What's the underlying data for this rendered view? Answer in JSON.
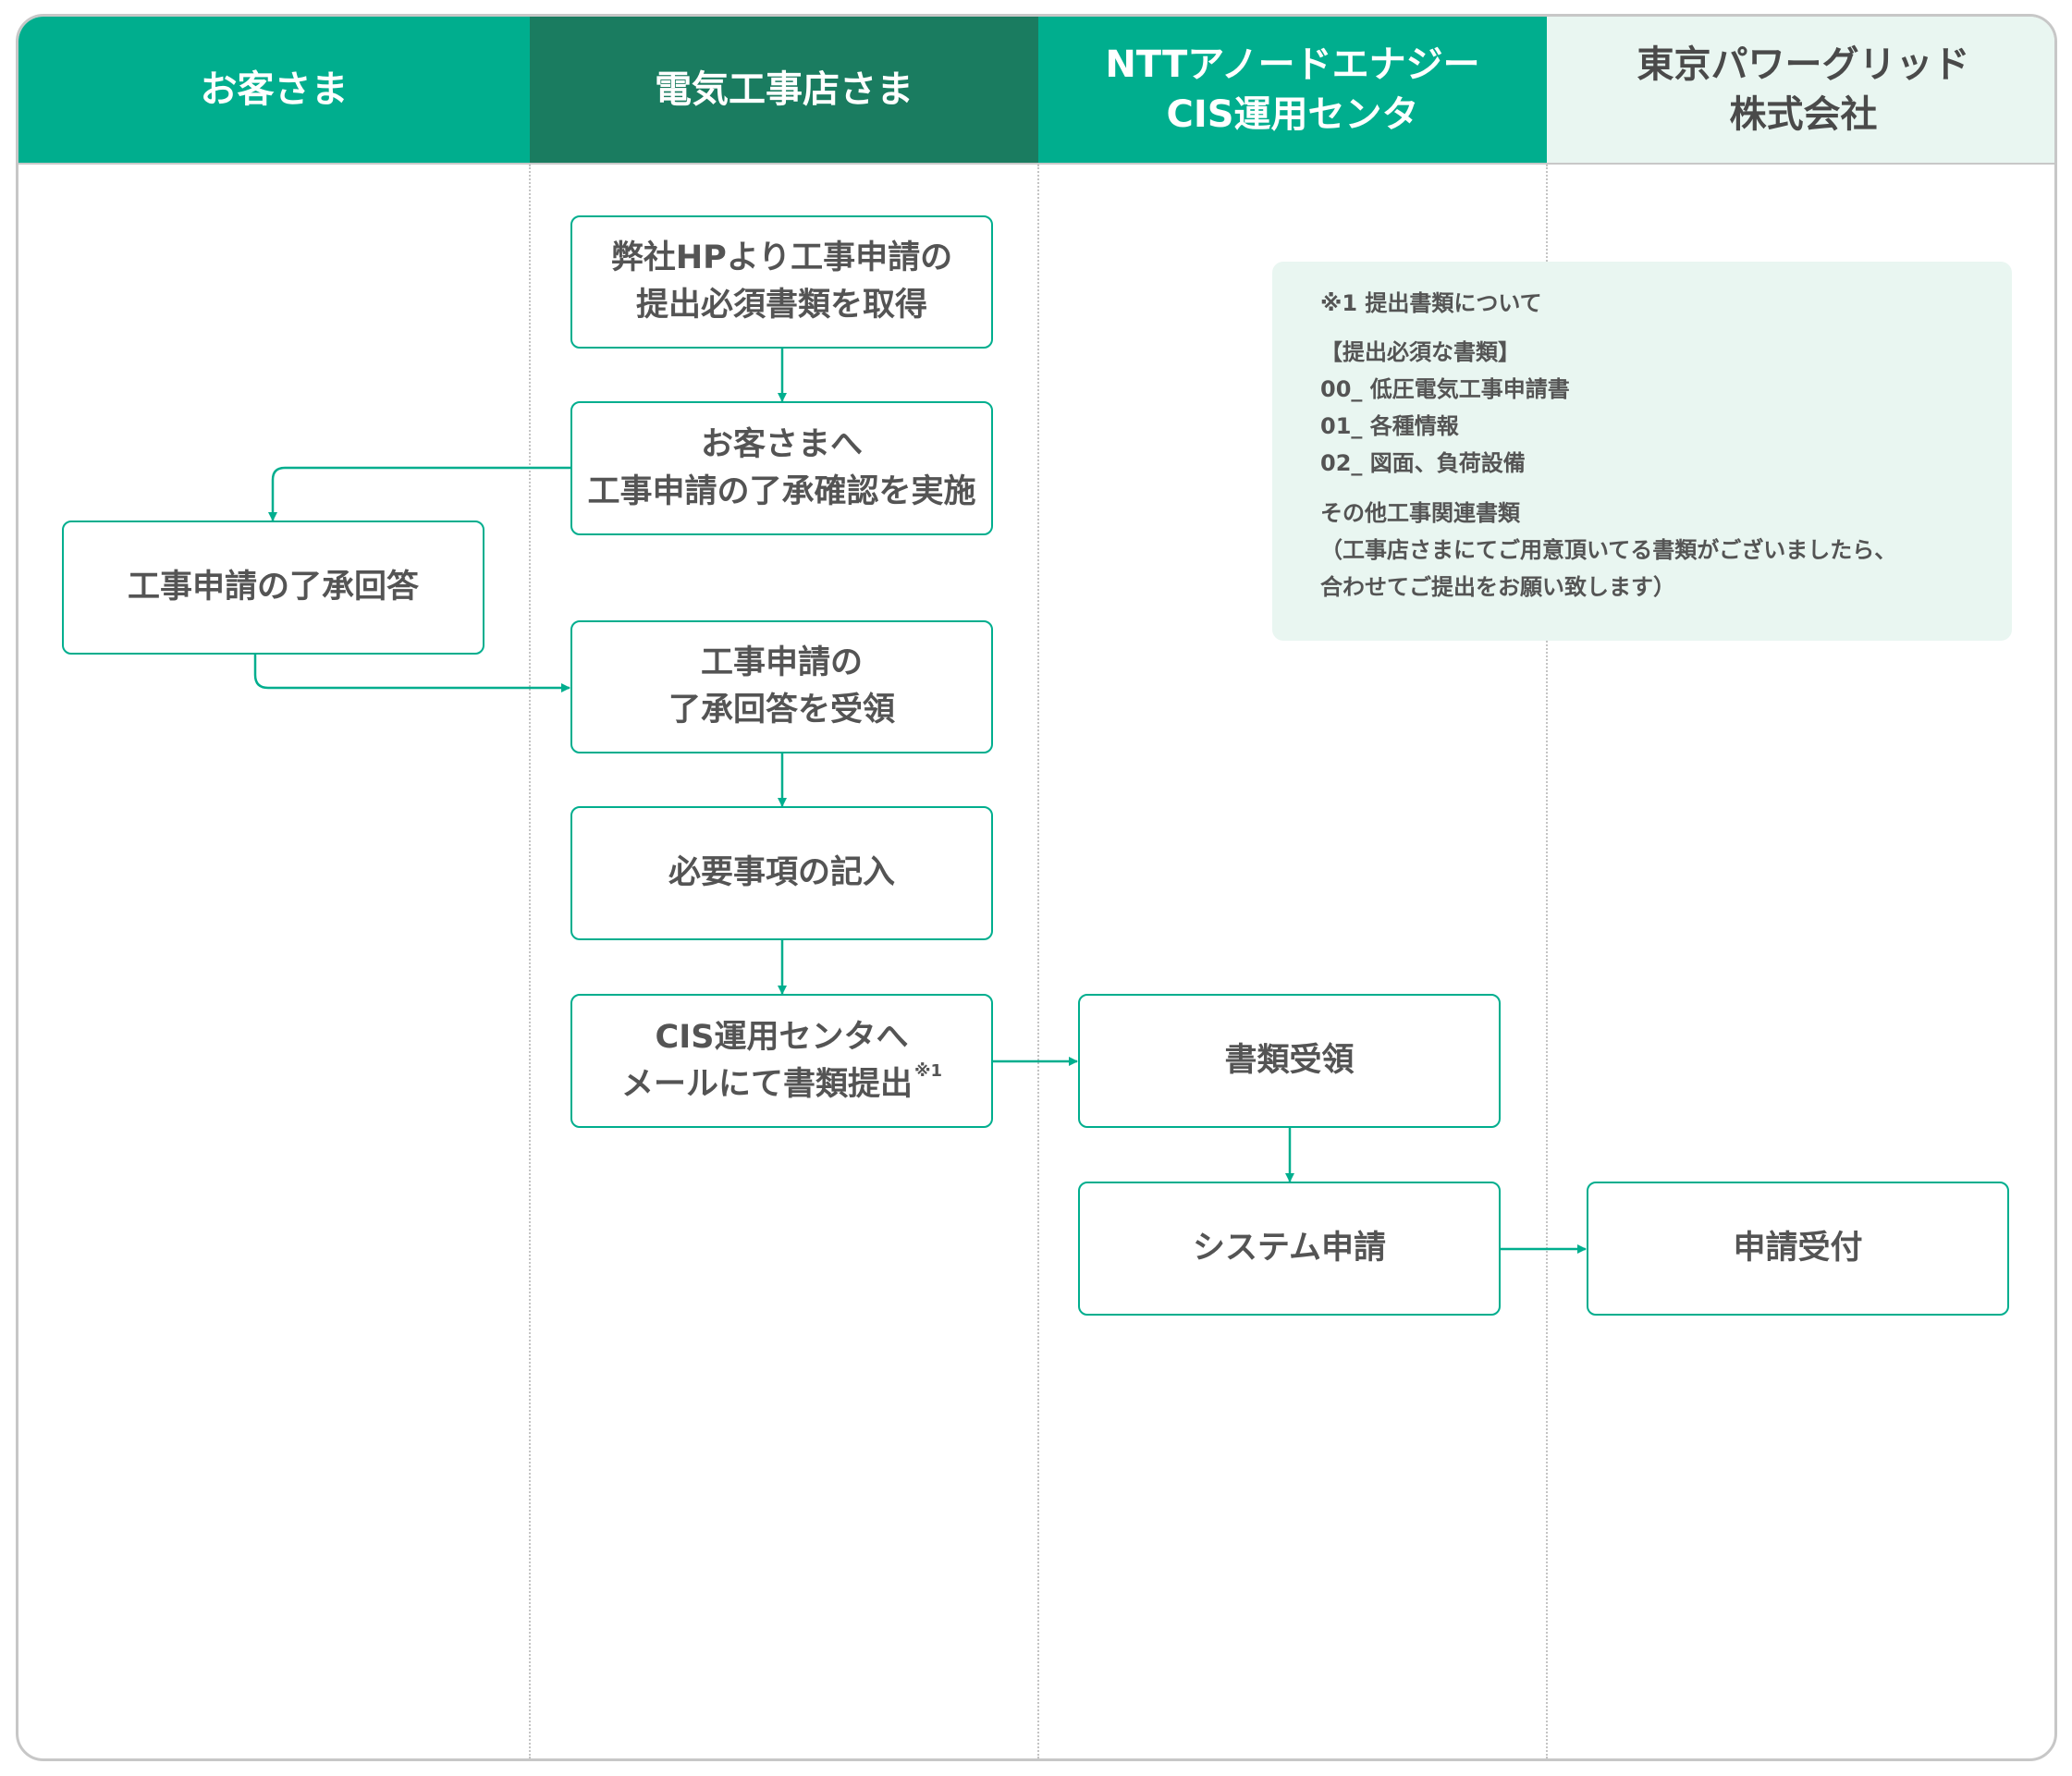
{
  "lanes": [
    {
      "id": "customer",
      "label": "お客さま"
    },
    {
      "id": "contractor",
      "label": "電気工事店さま"
    },
    {
      "id": "ntt",
      "label": "NTTアノードエナジー\nCIS運用センタ"
    },
    {
      "id": "tepco",
      "label": "東京パワーグリッド\n株式会社"
    }
  ],
  "steps": {
    "obtain_docs": "弊社HPより工事申請の\n提出必須書類を取得",
    "confirm_request": "お客さまへ\n工事申請の了承確認を実施",
    "approve_reply": "工事申請の了承回答",
    "receive_approval": "工事申請の\n了承回答を受領",
    "fill_items": "必要事項の記入",
    "submit_email": "CIS運用センタへ\nメールにて書類提出",
    "submit_email_mark": "※1",
    "receive_docs": "書類受領",
    "system_apply": "システム申請",
    "accept_apply": "申請受付"
  },
  "note": {
    "title": "※1 提出書類について",
    "required_heading": "【提出必須な書類】",
    "required_items": [
      "00_ 低圧電気工事申請書",
      "01_ 各種情報",
      "02_ 図面、負荷設備"
    ],
    "other_heading": "その他工事関連書類",
    "other_lines": [
      "（工事店さまにてご用意頂いてる書類がございましたら、",
      "合わせてご提出をお願い致します）"
    ]
  },
  "colors": {
    "accent": "#00ae8e",
    "header_dark": "#1a7c60",
    "header_light": "#e9f6f1",
    "text": "#545454"
  }
}
